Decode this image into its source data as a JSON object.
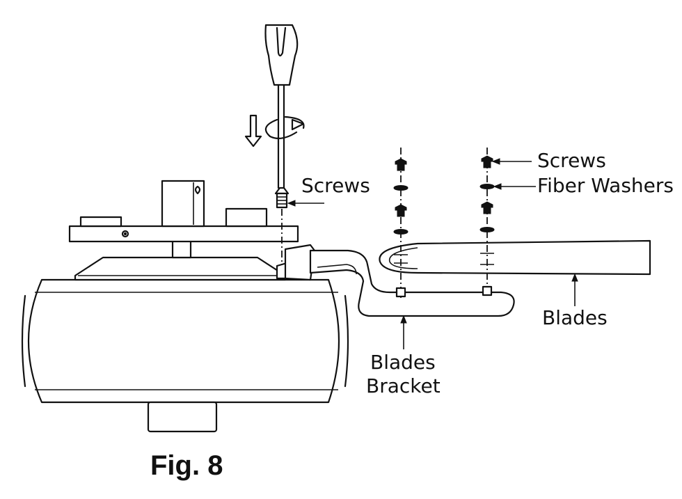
{
  "labels": {
    "screws_left": "Screws",
    "screws_right": "Screws",
    "fiber_washers": "Fiber Washers",
    "blades": "Blades",
    "blades_bracket_line1": "Blades",
    "blades_bracket_line2": "Bracket"
  },
  "figure": {
    "caption": "Fig. 8"
  }
}
